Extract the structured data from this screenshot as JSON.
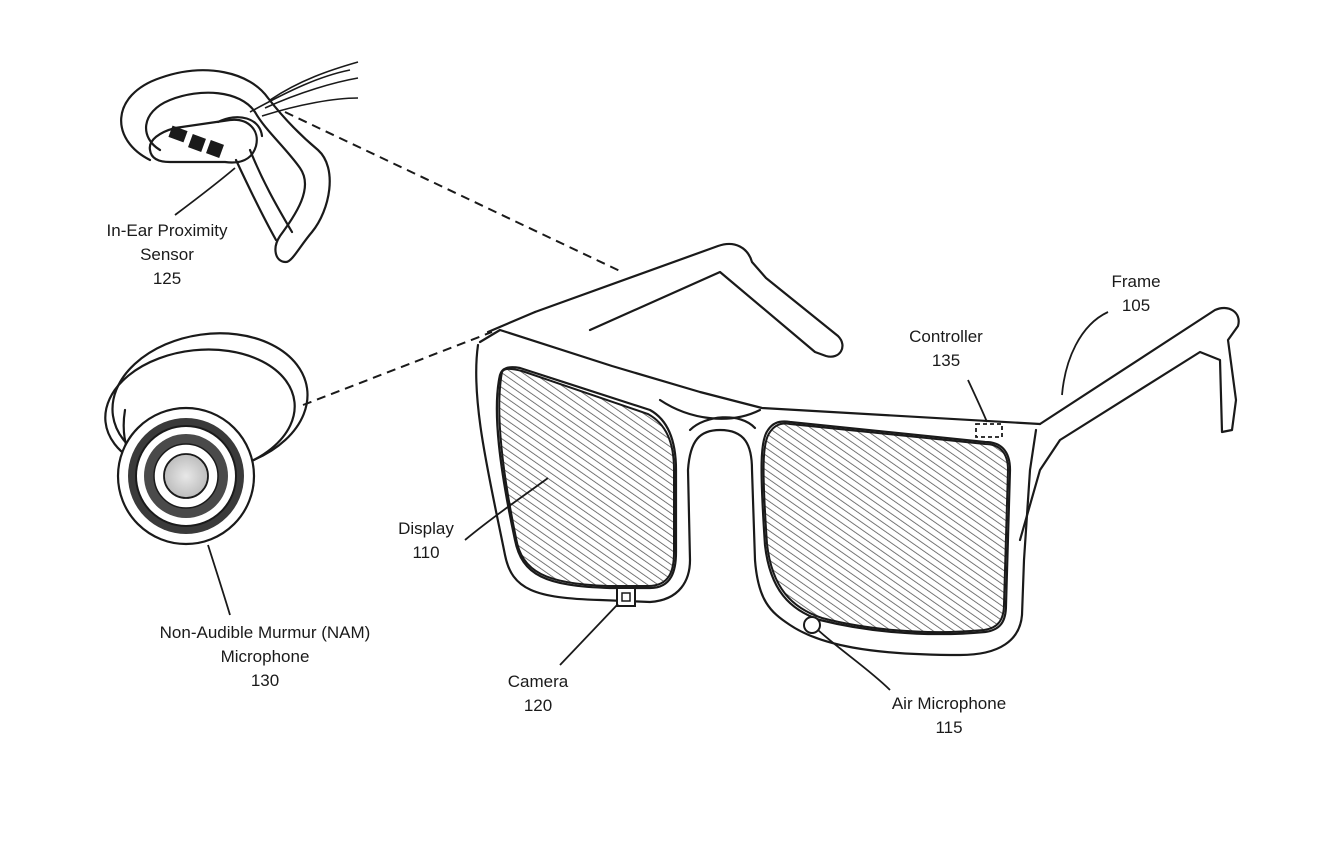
{
  "labels": {
    "in_ear_sensor": {
      "line1": "In-Ear Proximity",
      "line2": "Sensor",
      "ref": "125"
    },
    "nam_microphone": {
      "line1": "Non-Audible Murmur (NAM)",
      "line2": "Microphone",
      "ref": "130"
    },
    "display": {
      "line1": "Display",
      "ref": "110"
    },
    "camera": {
      "line1": "Camera",
      "ref": "120"
    },
    "air_microphone": {
      "line1": "Air Microphone",
      "ref": "115"
    },
    "controller": {
      "line1": "Controller",
      "ref": "135"
    },
    "frame": {
      "line1": "Frame",
      "ref": "105"
    }
  }
}
